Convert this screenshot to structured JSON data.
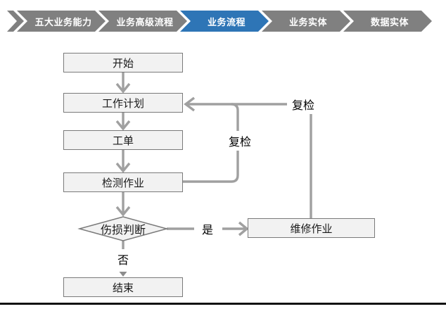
{
  "nav": {
    "items": [
      {
        "label": "五大业务能力",
        "active": false
      },
      {
        "label": "业务高级流程",
        "active": false
      },
      {
        "label": "业务流程",
        "active": true
      },
      {
        "label": "业务实体",
        "active": false
      },
      {
        "label": "数据实体",
        "active": false
      }
    ],
    "active_color": "#2E75B6",
    "inactive_color": "#808080"
  },
  "flowchart": {
    "nodes": {
      "start": "开始",
      "work_plan": "工作计划",
      "work_order": "工单",
      "inspection": "检测作业",
      "damage_decision": "伤损判断",
      "repair": "维修作业",
      "end": "结束"
    },
    "edge_labels": {
      "recheck_inner": "复检",
      "recheck_outer": "复检",
      "yes": "是",
      "no": "否"
    },
    "colors": {
      "node_fill": "#F2F2F2",
      "node_border": "#7A7A7A",
      "connector": "#A0A0A0"
    }
  }
}
